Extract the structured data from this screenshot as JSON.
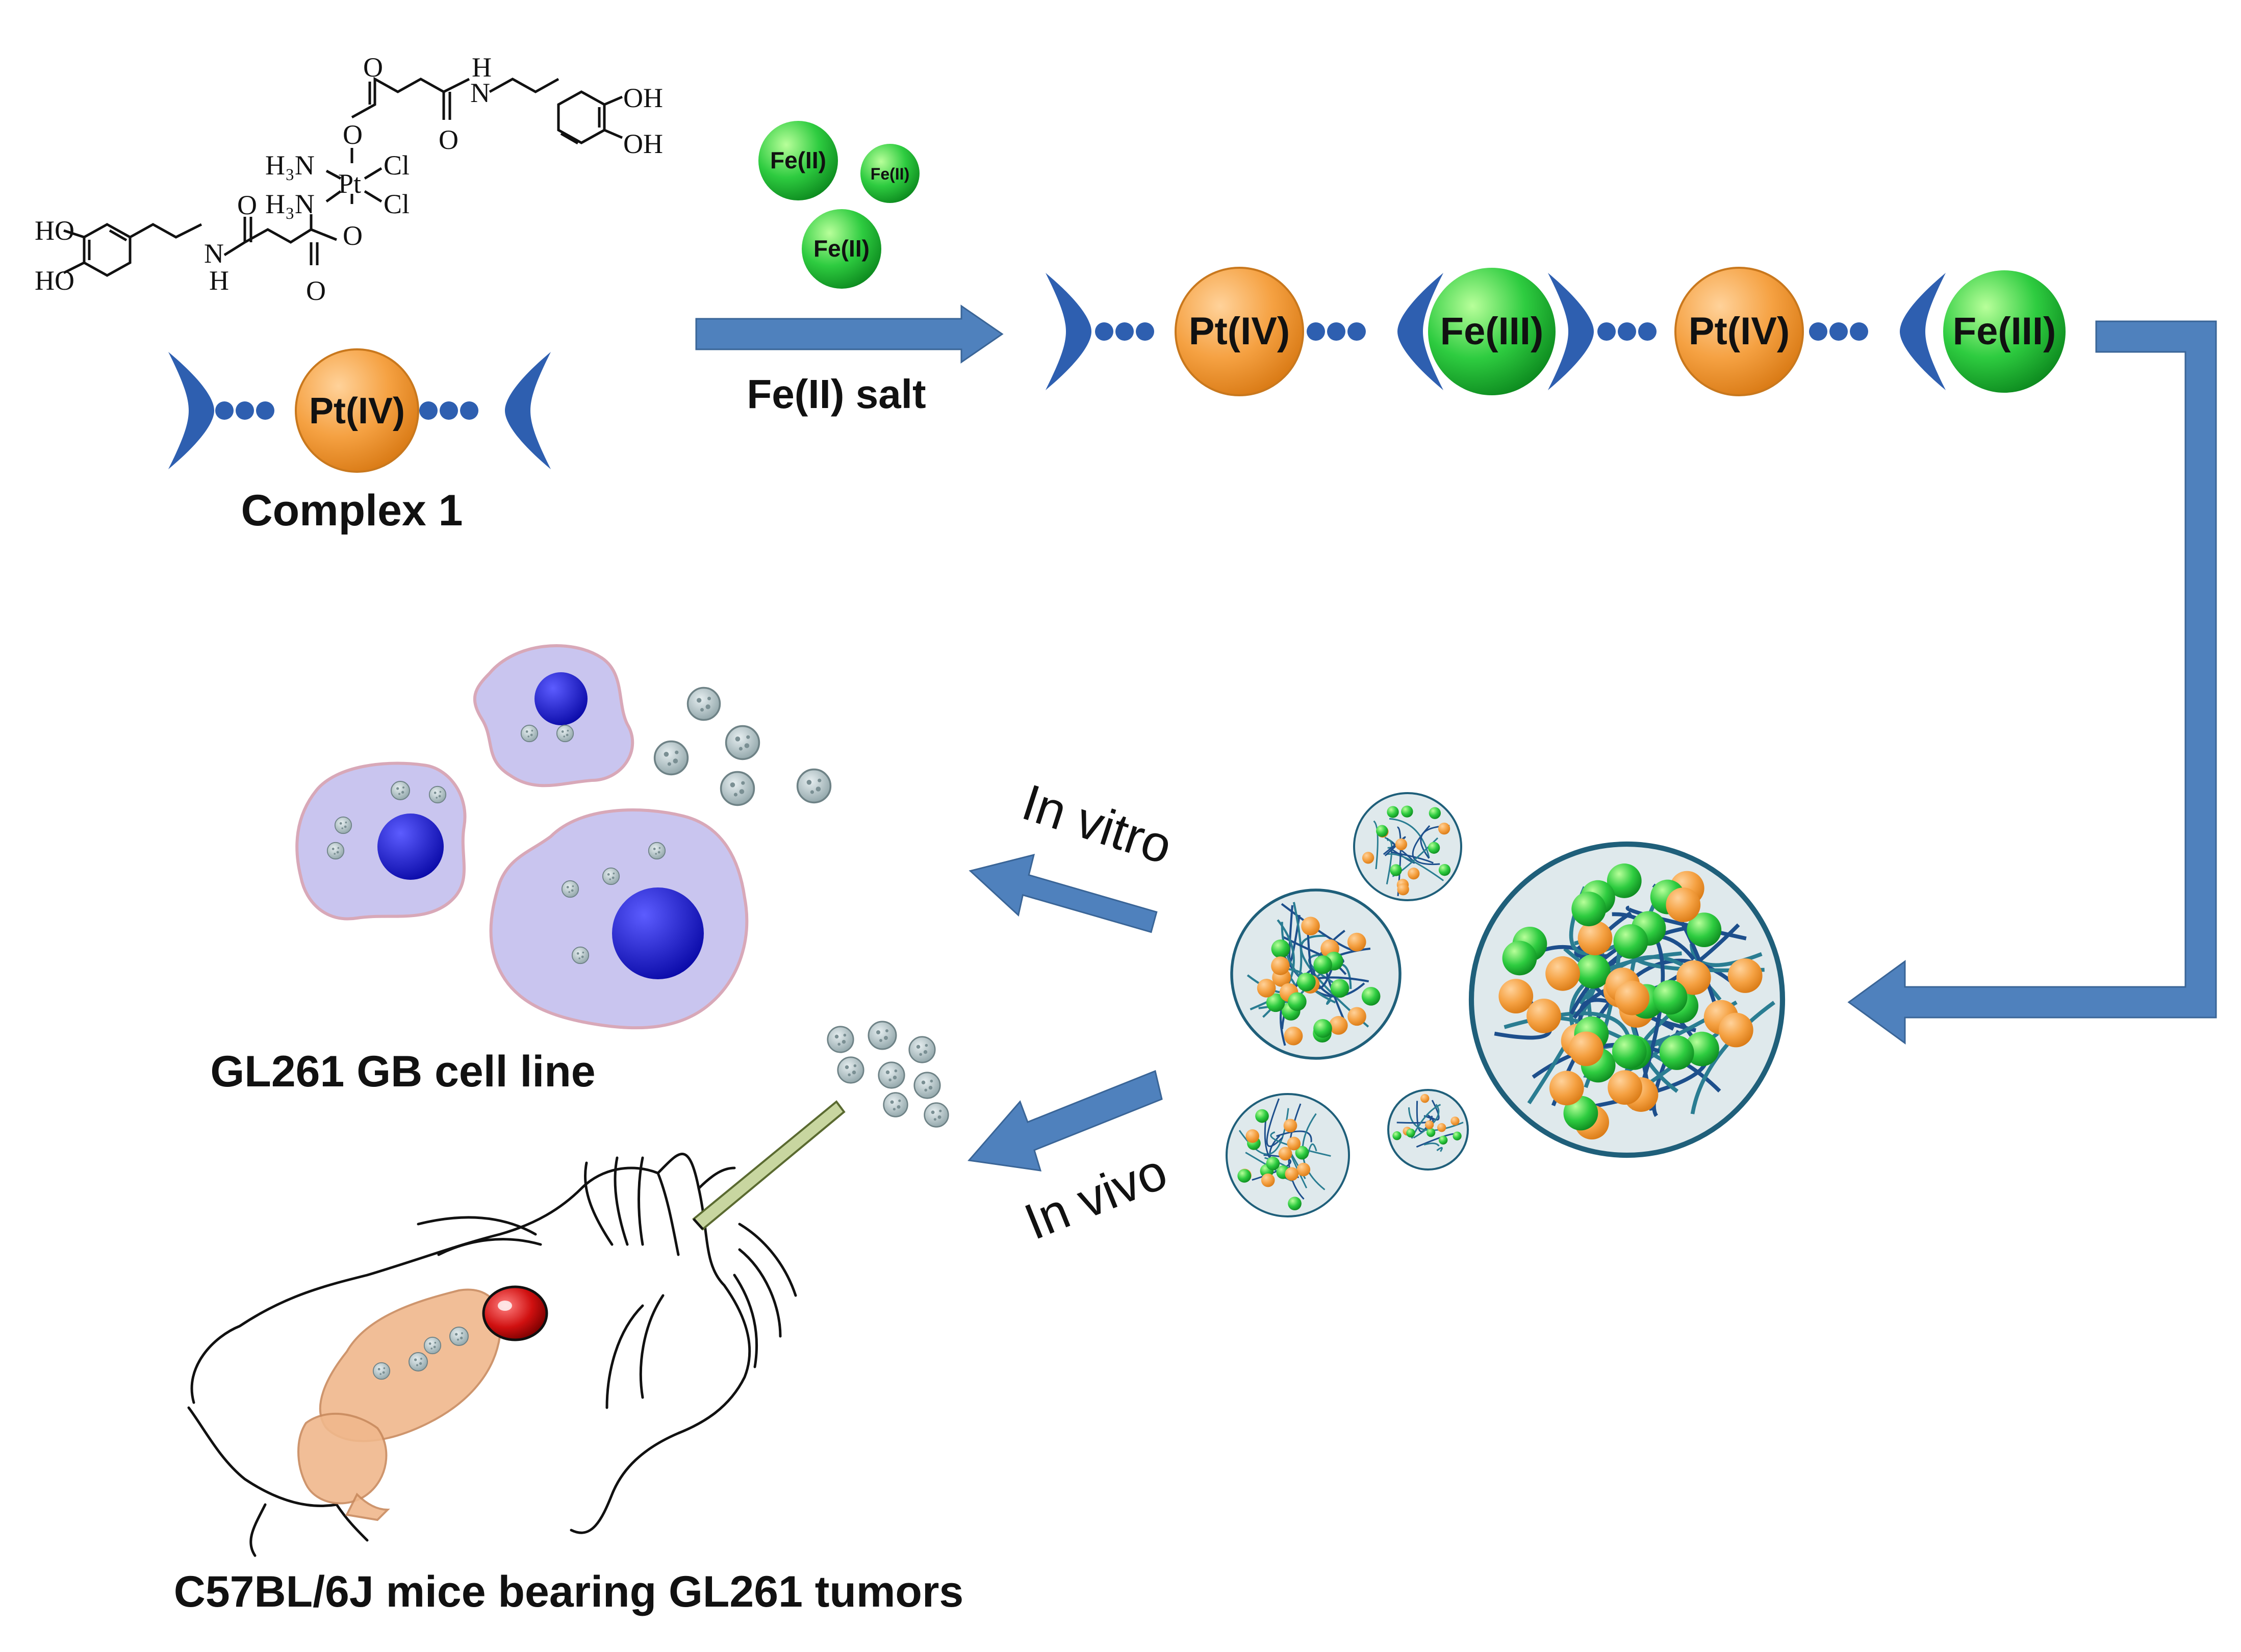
{
  "labels": {
    "complex": "Complex 1",
    "reagent": "Fe(II) salt",
    "in_vitro": "In vitro",
    "in_vivo": "In vivo",
    "cell_line": "GL261 GB cell line",
    "mice": "C57BL/6J mice bearing GL261 tumors"
  },
  "ions": {
    "pt": "Pt(IV)",
    "fe3": "Fe(III)",
    "fe2": "Fe(II)"
  },
  "structure": {
    "ho": "HO",
    "oh": "OH",
    "h3n": "H₃N",
    "pt": "Pt",
    "cl": "Cl",
    "o": "O",
    "n": "N",
    "h": "H"
  },
  "colors": {
    "arrow": "#4f81bd",
    "platinum": "#f5a142",
    "iron": "#2ecc40",
    "ligand": "#2e5fb0",
    "cell": "#c9c5ef",
    "nucleus": "#1414c8",
    "brain": "#f0b88c",
    "eye": "#d01010"
  }
}
